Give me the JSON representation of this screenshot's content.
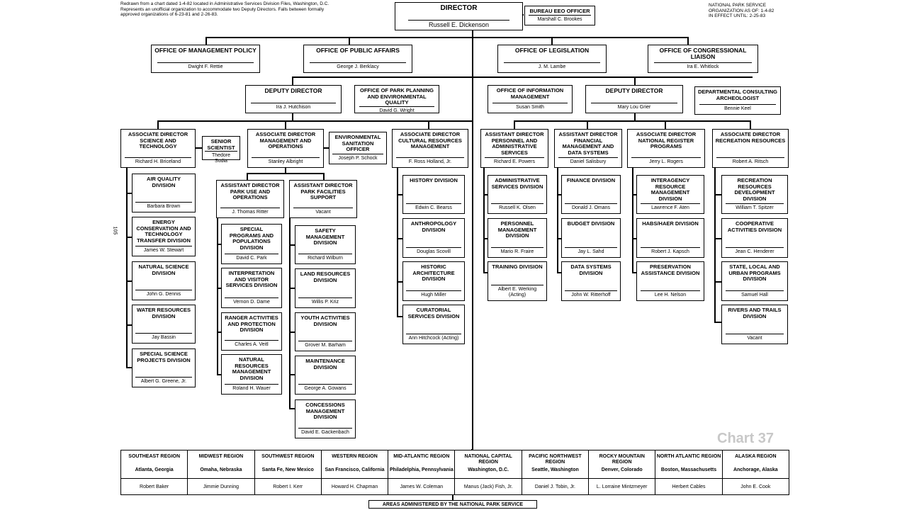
{
  "notes": {
    "left": "Redrawn from a chart dated 1-4-82 located in Administrative Services Division Files, Washington, D.C. Represents an unofficial organization to accommodate two Deputy Directors. Falls between formally approved organizations of 6-23-81 and 2-26-83.",
    "right": "NATIONAL PARK SERVICE\nORGANIZATION AS OF: 1-4-82\nIN EFFECT UNTIL: 2-25-83",
    "chart_number": "Chart 37",
    "side_mark": "105"
  },
  "director": {
    "title": "DIRECTOR",
    "name": "Russell E. Dickenson"
  },
  "eeo": {
    "title": "BUREAU EEO OFFICER",
    "name": "Marshall C. Brookes"
  },
  "offices": [
    {
      "title": "OFFICE OF MANAGEMENT POLICY",
      "name": "Dwight F. Rettie"
    },
    {
      "title": "OFFICE OF PUBLIC AFFAIRS",
      "name": "George J. Berklacy"
    },
    {
      "title": "OFFICE OF LEGISLATION",
      "name": "J. M. Lambe"
    },
    {
      "title": "OFFICE OF CONGRESSIONAL LIAISON",
      "name": "Ira E. Whitlock"
    }
  ],
  "deputy_left": {
    "title": "DEPUTY DIRECTOR",
    "name": "Ira J. Hutchison"
  },
  "planning": {
    "title": "OFFICE OF PARK PLANNING AND ENVIRONMENTAL QUALITY",
    "name": "David G. Wright"
  },
  "info_mgmt": {
    "title": "OFFICE OF INFORMATION MANAGEMENT",
    "name": "Susan Smith"
  },
  "deputy_right": {
    "title": "DEPUTY DIRECTOR",
    "name": "Mary Lou Grier"
  },
  "archeologist": {
    "title": "DEPARTMENTAL CONSULTING ARCHEOLOGIST",
    "name": "Bennie Keel"
  },
  "assoc_science": {
    "title": "ASSOCIATE DIRECTOR SCIENCE AND TECHNOLOGY",
    "name": "Richard H. Briceland"
  },
  "senior_scientist": {
    "title": "SENIOR SCIENTIST",
    "name": "Thedore Sudia"
  },
  "assoc_mgmt_ops": {
    "title": "ASSOCIATE DIRECTOR MANAGEMENT AND OPERATIONS",
    "name": "Stanley Albright"
  },
  "env_sanitation": {
    "title": "ENVIRONMENTAL SANITATION OFFICER",
    "name": "Joseph P. Schock"
  },
  "assoc_cultural": {
    "title": "ASSOCIATE DIRECTOR CULTURAL RESOURCES MANAGEMENT",
    "name": "F. Ross Holland, Jr."
  },
  "asst_personnel": {
    "title": "ASSISTANT DIRECTOR PERSONNEL AND ADMINISTRATIVE SERVICES",
    "name": "Richard E. Powers"
  },
  "asst_financial": {
    "title": "ASSISTANT DIRECTOR FINANCIAL MANAGEMENT AND DATA SYSTEMS",
    "name": "Daniel Salisbury"
  },
  "assoc_register": {
    "title": "ASSOCIATE DIRECTOR NATIONAL REGISTER PROGRAMS",
    "name": "Jerry L. Rogers"
  },
  "assoc_recreation": {
    "title": "ASSOCIATE DIRECTOR RECREATION RESOURCES",
    "name": "Robert A. Ritsch"
  },
  "asst_park_use": {
    "title": "ASSISTANT DIRECTOR PARK USE AND OPERATIONS",
    "name": "J. Thomas Ritter"
  },
  "asst_facilities": {
    "title": "ASSISTANT DIRECTOR PARK FACILITIES SUPPORT",
    "name": "Vacant"
  },
  "science_divs": [
    {
      "title": "AIR QUALITY DIVISION",
      "name": "Barbara Brown"
    },
    {
      "title": "ENERGY CONSERVATION AND TECHNOLOGY TRANSFER DIVISION",
      "name": "James W. Stewart"
    },
    {
      "title": "NATURAL SCIENCE DIVISION",
      "name": "John G. Dennis"
    },
    {
      "title": "WATER RESOURCES DIVISION",
      "name": "Jay Bassin"
    },
    {
      "title": "SPECIAL SCIENCE PROJECTS DIVISION",
      "name": "Albert G. Greene, Jr."
    }
  ],
  "park_use_divs": [
    {
      "title": "SPECIAL PROGRAMS AND POPULATIONS DIVISION",
      "name": "David C. Park"
    },
    {
      "title": "INTERPRETATION AND VISITOR SERVICES DIVISION",
      "name": "Vernon D. Dame"
    },
    {
      "title": "RANGER ACTIVITIES AND PROTECTION DIVISION",
      "name": "Charles A. Veitl"
    },
    {
      "title": "NATURAL RESOURCES MANAGEMENT DIVISION",
      "name": "Roland H. Wauer"
    }
  ],
  "facilities_divs": [
    {
      "title": "SAFETY MANAGEMENT DIVISION",
      "name": "Richard Wilburn"
    },
    {
      "title": "LAND RESOURCES DIVISION",
      "name": "Willis P. Kriz"
    },
    {
      "title": "YOUTH ACTIVITIES DIVISION",
      "name": "Grover M. Barham"
    },
    {
      "title": "MAINTENANCE DIVISION",
      "name": "George A. Gowans"
    },
    {
      "title": "CONCESSIONS MANAGEMENT DIVISION",
      "name": "David E. Gackenbach"
    }
  ],
  "cultural_divs": [
    {
      "title": "HISTORY DIVISION",
      "name": "Edwin C. Bearss"
    },
    {
      "title": "ANTHROPOLOGY DIVISION",
      "name": "Douglas Scovill"
    },
    {
      "title": "HISTORIC ARCHITECTURE DIVISION",
      "name": "Hugh Miller"
    },
    {
      "title": "CURATORIAL SERVICES DIVISION",
      "name": "Ann Hitchcock (Acting)"
    }
  ],
  "personnel_divs": [
    {
      "title": "ADMINISTRATIVE SERVICES DIVISION",
      "name": "Russell K. Olsen"
    },
    {
      "title": "PERSONNEL MANAGEMENT DIVISION",
      "name": "Mario R. Fraire"
    },
    {
      "title": "TRAINING DIVISION",
      "name": "Albert E. Werking (Acting)"
    }
  ],
  "financial_divs": [
    {
      "title": "FINANCE DIVISION",
      "name": "Donald J. Omans"
    },
    {
      "title": "BUDGET DIVISION",
      "name": "Jay L. Sahd"
    },
    {
      "title": "DATA SYSTEMS DIVISION",
      "name": "John W. Ritterhoff"
    }
  ],
  "register_divs": [
    {
      "title": "INTERAGENCY RESOURCE MANAGEMENT DIVISION",
      "name": "Lawrence F. Aten"
    },
    {
      "title": "HABS/HAER DIVISION",
      "name": "Robert J. Kapsch"
    },
    {
      "title": "PRESERVATION ASSISTANCE DIVISION",
      "name": "Lee H. Nelson"
    }
  ],
  "recreation_divs": [
    {
      "title": "RECREATION RESOURCES DEVELOPMENT DIVISION",
      "name": "William T. Spitzer"
    },
    {
      "title": "COOPERATIVE ACTIVITIES DIVISION",
      "name": "Jean C. Henderer"
    },
    {
      "title": "STATE, LOCAL AND URBAN PROGRAMS DIVISION",
      "name": "Samuel Hall"
    },
    {
      "title": "RIVERS AND TRAILS DIVISION",
      "name": "Vacant"
    }
  ],
  "regions": [
    {
      "name": "SOUTHEAST REGION",
      "location": "Atlanta, Georgia",
      "person": "Robert Baker"
    },
    {
      "name": "MIDWEST REGION",
      "location": "Omaha, Nebraska",
      "person": "Jimmie Dunning"
    },
    {
      "name": "SOUTHWEST REGION",
      "location": "Santa Fe, New Mexico",
      "person": "Robert I. Kerr"
    },
    {
      "name": "WESTERN REGION",
      "location": "San Francisco, California",
      "person": "Howard H. Chapman"
    },
    {
      "name": "MID-ATLANTIC REGION",
      "location": "Philadelphia, Pennsylvania",
      "person": "James W. Coleman"
    },
    {
      "name": "NATIONAL CAPITAL REGION",
      "location": "Washington, D.C.",
      "person": "Manus (Jack) Fish, Jr."
    },
    {
      "name": "PACIFIC NORTHWEST REGION",
      "location": "Seattle, Washington",
      "person": "Daniel J. Tobin, Jr."
    },
    {
      "name": "ROCKY MOUNTAIN REGION",
      "location": "Denver, Colorado",
      "person": "L. Lorraine Mintzmeyer"
    },
    {
      "name": "NORTH ATLANTIC REGION",
      "location": "Boston, Massachusetts",
      "person": "Herbert Cables"
    },
    {
      "name": "ALASKA REGION",
      "location": "Anchorage, Alaska",
      "person": "John E. Cook"
    }
  ],
  "areas_label": "AREAS ADMINISTERED BY THE NATIONAL PARK SERVICE"
}
